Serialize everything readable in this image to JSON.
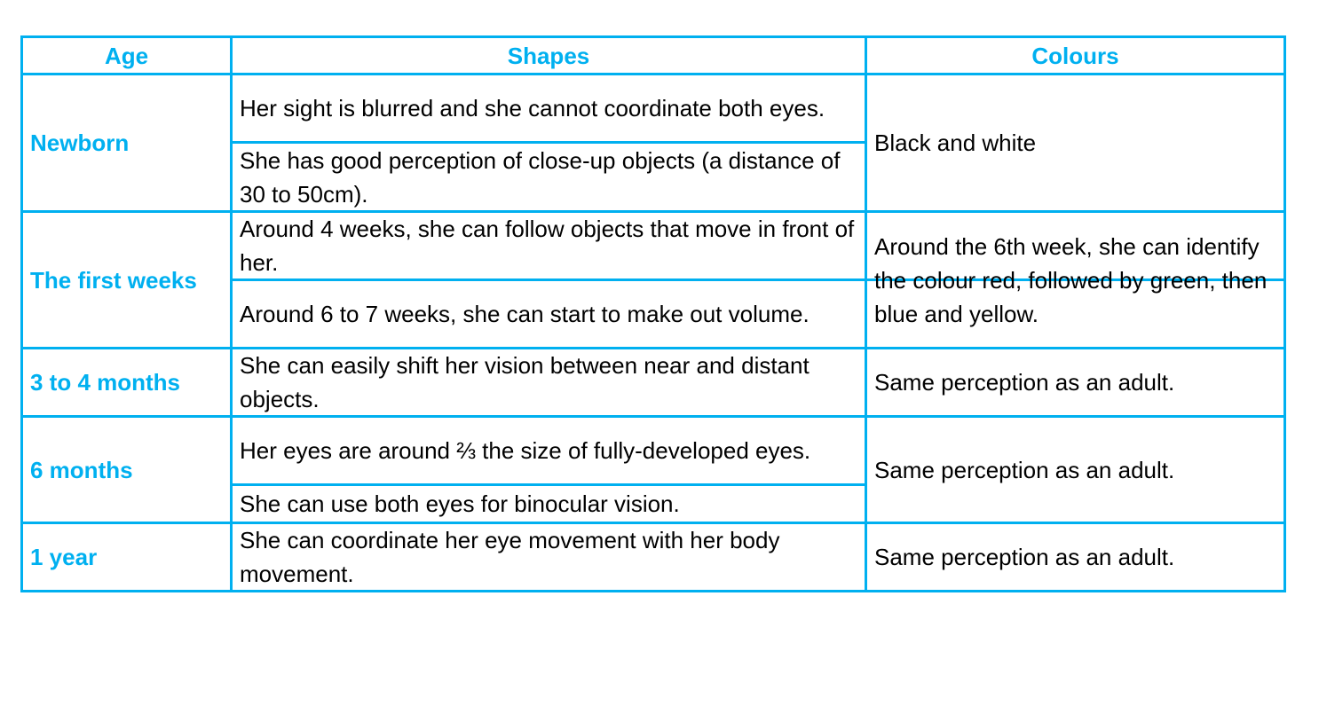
{
  "headers": {
    "age": "Age",
    "shapes": "Shapes",
    "colours": "Colours"
  },
  "rows": [
    {
      "age": "Newborn",
      "shapes": [
        "Her sight is blurred and she cannot coordinate both eyes.",
        "She has good perception of close-up objects (a distance of 30 to 50cm)."
      ],
      "colours": "Black and white"
    },
    {
      "age": "The first weeks",
      "shapes": [
        "Around 4 weeks, she can follow objects that move in front of her.",
        "Around 6 to 7 weeks, she can start to make out volume."
      ],
      "colours": "Around the 6th week, she can identify the colour red, followed by green, then blue and yellow."
    },
    {
      "age": "3 to 4 months",
      "shapes": [
        "She can easily shift her vision between near and distant objects."
      ],
      "colours": "Same perception as an adult."
    },
    {
      "age": "6 months",
      "shapes": [
        "Her eyes are around ⅔ the size of fully-developed eyes.",
        "She can use both eyes for binocular vision."
      ],
      "colours": "Same perception as an adult."
    },
    {
      "age": "1 year",
      "shapes": [
        "She can coordinate her eye movement with her body movement."
      ],
      "colours": "Same perception as an adult."
    }
  ],
  "colors": {
    "accent": "#00b0f0"
  }
}
